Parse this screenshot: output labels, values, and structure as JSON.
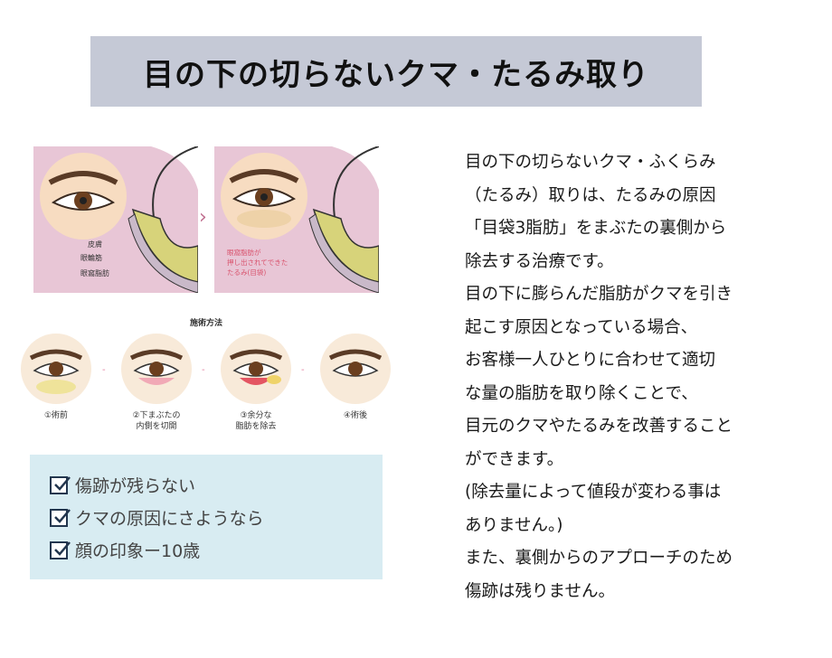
{
  "title": "目の下の切らないクマ・たるみ取り",
  "illustration": {
    "labels": [
      "皮膚",
      "眼輪筋",
      "眼窩脂肪"
    ],
    "note": "眼窩脂肪が\n押し出されてできた\nたるみ(目袋)",
    "method_title": "施術方法",
    "steps": [
      "①術前",
      "②下まぶたの\n内側を切開",
      "③余分な\n脂肪を除去",
      "④術後"
    ]
  },
  "checklist": [
    "傷跡が残らない",
    "クマの原因にさようなら",
    "顔の印象ー10歳"
  ],
  "body_lines": [
    "目の下の切らないクマ・ふくらみ",
    "（たるみ）取りは、たるみの原因",
    "「目袋3脂肪」をまぶたの裏側から",
    "除去する治療です。",
    "目の下に膨らんだ脂肪がクマを引き",
    "起こす原因となっている場合、",
    "お客様一人ひとりに合わせて適切",
    "な量の脂肪を取り除くことで、",
    "目元のクマやたるみを改善すること",
    "ができます。",
    "(除去量によって値段が変わる事は",
    "ありません。)",
    "また、裏側からのアプローチのため",
    "傷跡は残りません。"
  ],
  "colors": {
    "title_bg": "#c5c9d6",
    "illustration_bg": "#e8c6d6",
    "checklist_bg": "#d8ecf2",
    "check": "#22364e"
  }
}
